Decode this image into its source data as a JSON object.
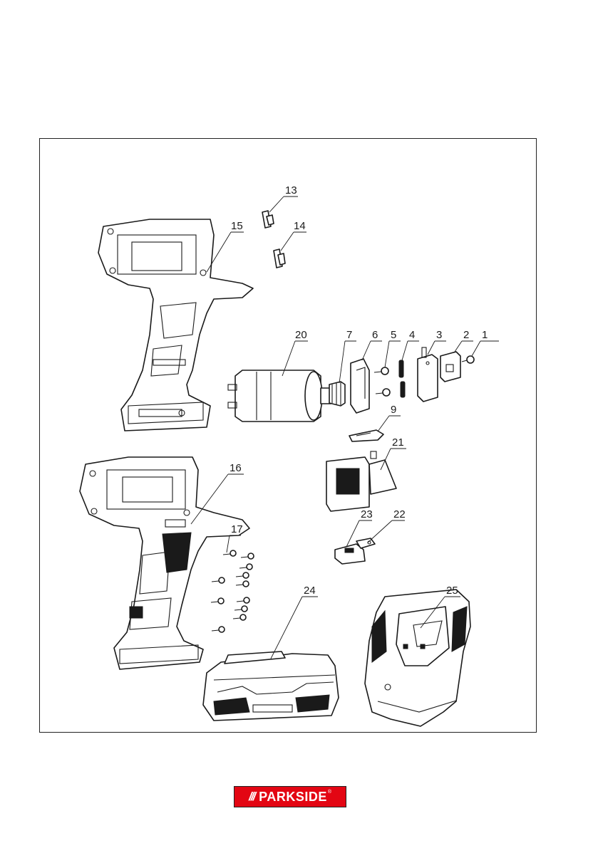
{
  "diagram": {
    "labels": {
      "p1": "1",
      "p2": "2",
      "p3": "3",
      "p4": "4",
      "p5": "5",
      "p6": "6",
      "p7": "7",
      "p9": "9",
      "p13": "13",
      "p14": "14",
      "p15": "15",
      "p16": "16",
      "p17": "17",
      "p20": "20",
      "p21": "21",
      "p22": "22",
      "p23": "23",
      "p24": "24",
      "p25": "25"
    }
  },
  "logo": {
    "brand": "PARKSIDE",
    "registered": "®",
    "colors": {
      "background": "#e30613",
      "text": "#ffffff"
    }
  }
}
